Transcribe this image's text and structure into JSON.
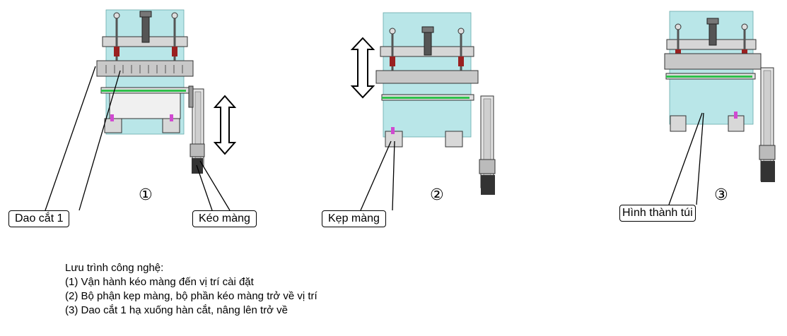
{
  "steps": [
    {
      "number": "①",
      "labels": [
        "Dao cắt 1",
        "Kéo màng"
      ]
    },
    {
      "number": "②",
      "labels": [
        "Kẹp màng"
      ]
    },
    {
      "number": "③",
      "labels": [
        "Hình thành túi"
      ]
    }
  ],
  "notes": {
    "title": "Lưu trình công nghệ:",
    "items": [
      "(1) Vận hành kéo màng đến vị trí cài đặt",
      "(2) Bộ phận kẹp màng, bộ phần kéo màng trở về vị trí",
      "(3) Dao cắt 1 hạ xuống hàn cắt, nâng lên trở về"
    ]
  },
  "colors": {
    "panel": "#b9e6e8",
    "bar": "#c8c8c8",
    "green": "#2ec04a",
    "red": "#9a2020",
    "pink": "#d04ad0",
    "dark": "#333333"
  }
}
